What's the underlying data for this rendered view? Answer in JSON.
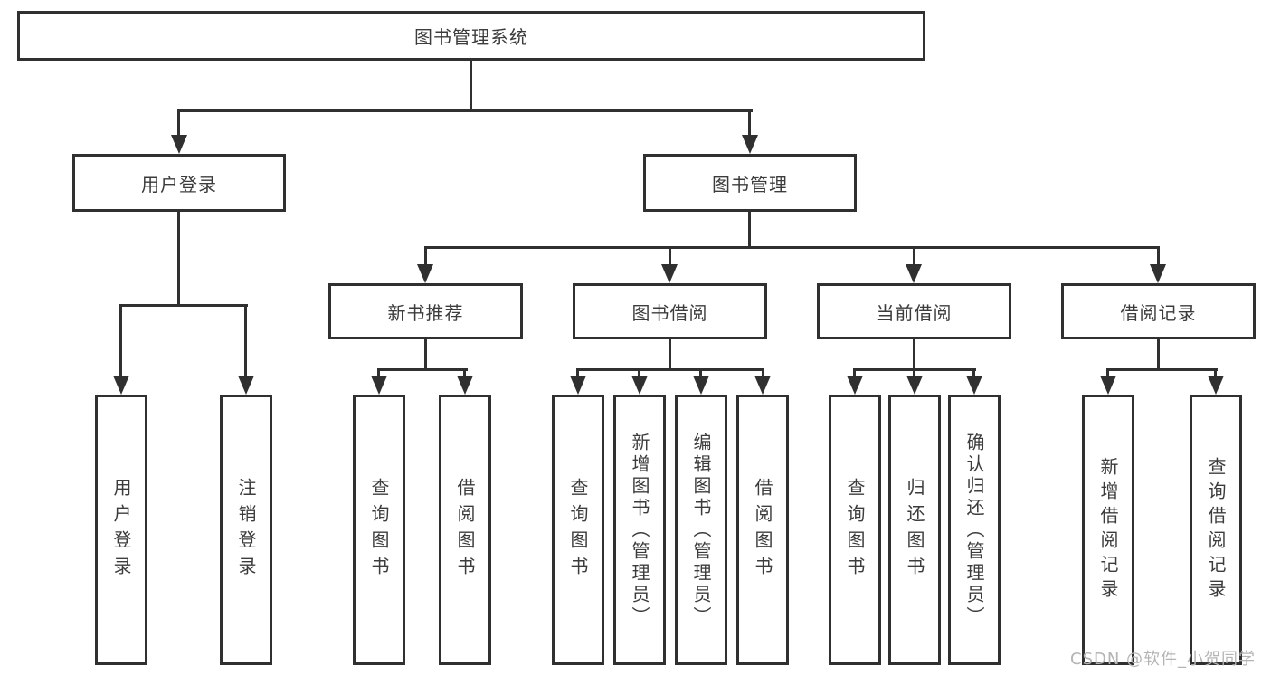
{
  "tree": {
    "label": "图书管理系统",
    "children": [
      {
        "label": "用户登录",
        "children": [
          {
            "label": "用户登录"
          },
          {
            "label": "注销登录"
          }
        ]
      },
      {
        "label": "图书管理",
        "children": [
          {
            "label": "新书推荐",
            "children": [
              {
                "label": "查询图书"
              },
              {
                "label": "借阅图书"
              }
            ]
          },
          {
            "label": "图书借阅",
            "children": [
              {
                "label": "查询图书"
              },
              {
                "label": "新增图书（管理员）"
              },
              {
                "label": "编辑图书（管理员）"
              },
              {
                "label": "借阅图书"
              }
            ]
          },
          {
            "label": "当前借阅",
            "children": [
              {
                "label": "查询图书"
              },
              {
                "label": "归还图书"
              },
              {
                "label": "确认归还（管理员）"
              }
            ]
          },
          {
            "label": "借阅记录",
            "children": [
              {
                "label": "新增借阅记录"
              },
              {
                "label": "查询借阅记录"
              }
            ]
          }
        ]
      }
    ]
  },
  "watermark": "CSDN @软件_小贺同学",
  "colors": {
    "line": "#303030",
    "text": "#3c3c3c",
    "watermark": "#b4b4b4",
    "background": "#ffffff"
  }
}
